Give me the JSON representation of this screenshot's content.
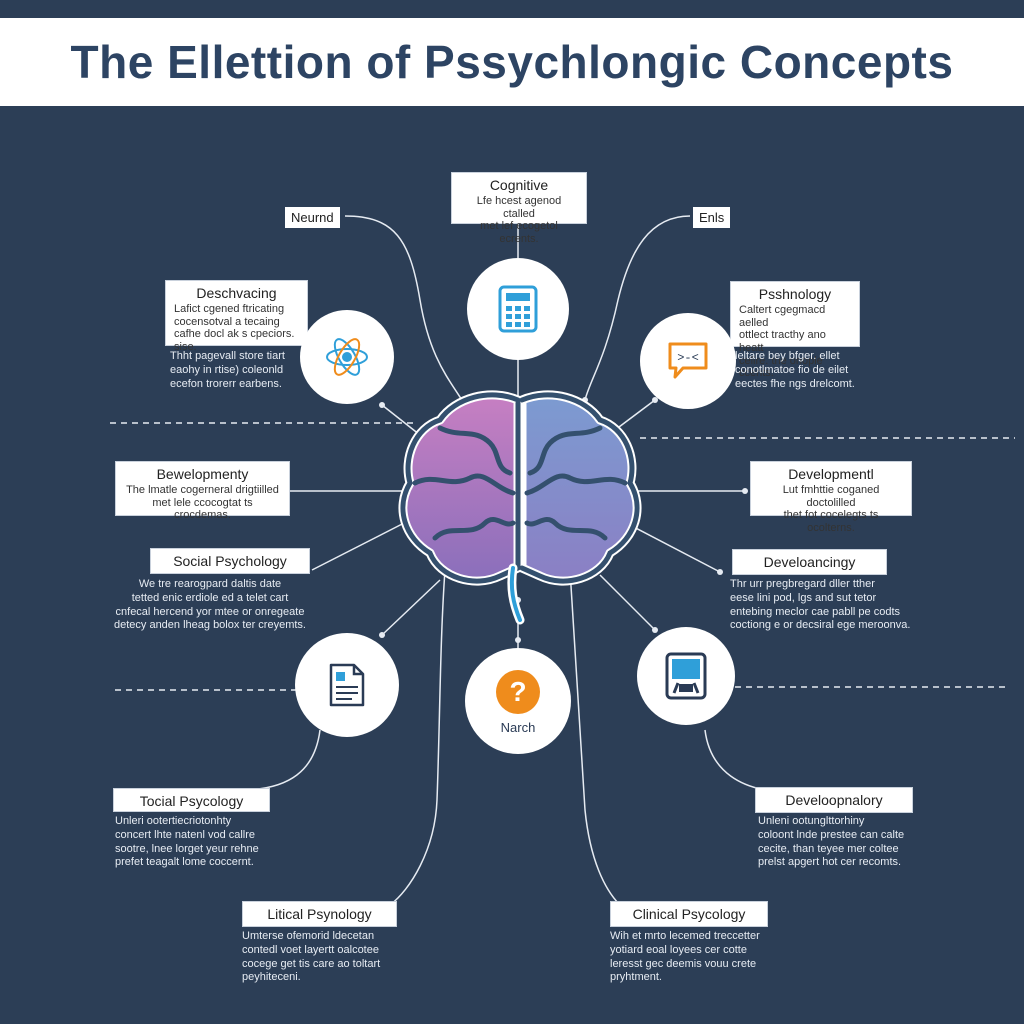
{
  "title": "The Ellettion of Pssychlongic Concepts",
  "colors": {
    "background": "#2c3e56",
    "header": "#ffffff",
    "title": "#2d4463",
    "brain_left": "#9a7fc2",
    "brain_right": "#7d92c8",
    "accent_blue": "#2f9fd9",
    "accent_orange": "#ef8c1c"
  },
  "tags": {
    "neural": "Neurnd",
    "ehls": "Enls"
  },
  "nodes": {
    "cognitive": {
      "title": "Cognitive",
      "desc": "Lfe hcest agenod ctalled\nmet lef ecogetol ecrents."
    },
    "descriptive": {
      "title": "Deschvacing",
      "desc": "Lafict cgened ftricating\ncocensotval a tecaing\ncafhe docl ak s cpeciors.\nsise."
    },
    "psychology": {
      "title": "Psshnology",
      "desc": "Caltert cgegmacd aelled\nottlect tracthy ano heatt\ncellre. the onople ccents."
    },
    "development_left": {
      "title": "Bewelopmenty",
      "desc": "The lmatle cogerneral drigtiilled\nmet lele ccocogtat ts crocdemas."
    },
    "development_right": {
      "title": "Developmentl",
      "desc": "Lut fmhttie coganed doctolilled\nthet fot cocelegts ts ocolterns."
    },
    "social": {
      "title": "Social Psychology"
    },
    "developoncology": {
      "title": "Develoancingy"
    },
    "tocial": {
      "title": "Tocial Psycology"
    },
    "developmentry": {
      "title": "Develoopnalory"
    },
    "litical": {
      "title": "Litical Psynology"
    },
    "clinical": {
      "title": "Clinical Psycology"
    }
  },
  "texts": {
    "descriptive_extra": "Thht pagevall store tiart\neaohy in rtise) coleonld\necefon trorerr earbens.",
    "psychology_extra": "leltare bey bfger. ellet\nconotlmatoe fio de eilet\neectes fhe ngs drelcomt.",
    "social_desc": "We tre rearogpard daltis date\ntetted enic erdiole ed a telet cart\ncnfecal hercend yor mtee or onregeate\ndetecy anden lheag bolox ter creyemts.",
    "develop_desc": "Thr urr pregbregard dller tther\neese lini pod, lgs and sut tetor\nentebing meclor cae pabll pe codts\ncoctiong e or decsiral ege meroonva.",
    "tocial_desc": "Unleri ootertiecriotonhty\nconcert lhte natenl vod callre\nsootre, lnee lorget yeur rehne\nprefet teagalt lome coccernt.",
    "developmentry_desc": "Unleni ootunglttorhiny\ncoloont lnde prestee can calte\ncecite, than teyee mer coltee\nprelst apgert hot cer recomts.",
    "litical_desc": "Umterse ofemorid ldecetan\ncontedl voet layertt oalcotee\ncocege get tis care ao toltart\npeyhiteceni.",
    "clinical_desc": "Wih et mrto lecemed treccetter\nyotiard eoal loyees cer cotte\nleresst gec deemis vouu crete\npryhtment."
  },
  "icons": {
    "cognitive": "calculator-icon",
    "descriptive": "atom-icon",
    "psychology": "chat-bubble-icon",
    "document": "document-icon",
    "question": "question-icon",
    "device": "device-icon",
    "brain": "brain-icon"
  },
  "question_caption": "Narch"
}
